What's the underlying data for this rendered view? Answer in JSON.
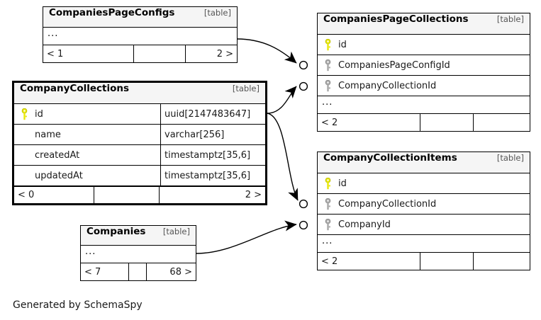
{
  "diagram": {
    "caption": "Generated by SchemaSpy",
    "table_tag": "[table]",
    "ellipsis": "...",
    "colors": {
      "primary_key": "#e8e80d",
      "foreign_key": "#a8a8a8",
      "header_background": "#f5f5f5",
      "border": "#000000",
      "text": "#1a1a1a",
      "tag_text": "#555555"
    }
  },
  "tables": [
    {
      "id": "companies-page-configs",
      "name": "CompaniesPageConfigs",
      "tag": "[table]",
      "emphasis": false,
      "columns": [],
      "has_ellipsis": true,
      "ellipsis": "...",
      "footer": [
        {
          "text": "< 1",
          "align": "left"
        },
        {
          "text": "",
          "align": "left"
        },
        {
          "text": "2 >",
          "align": "right"
        }
      ]
    },
    {
      "id": "companies-page-collections",
      "name": "CompaniesPageCollections",
      "tag": "[table]",
      "emphasis": false,
      "columns": [
        {
          "name": "id",
          "key": "primary",
          "type": ""
        },
        {
          "name": "CompaniesPageConfigId",
          "key": "foreign",
          "type": ""
        },
        {
          "name": "CompanyCollectionId",
          "key": "foreign",
          "type": ""
        }
      ],
      "has_ellipsis": true,
      "ellipsis": "...",
      "footer": [
        {
          "text": "< 2",
          "align": "left"
        },
        {
          "text": "",
          "align": "left"
        },
        {
          "text": "",
          "align": "right"
        }
      ]
    },
    {
      "id": "company-collections",
      "name": "CompanyCollections",
      "tag": "[table]",
      "emphasis": true,
      "columns": [
        {
          "name": "id",
          "key": "primary",
          "type": "uuid[2147483647]"
        },
        {
          "name": "name",
          "key": "none",
          "type": "varchar[256]"
        },
        {
          "name": "createdAt",
          "key": "none",
          "type": "timestamptz[35,6]"
        },
        {
          "name": "updatedAt",
          "key": "none",
          "type": "timestamptz[35,6]"
        }
      ],
      "has_ellipsis": false,
      "ellipsis": "",
      "footer": [
        {
          "text": "< 0",
          "align": "left"
        },
        {
          "text": "",
          "align": "left"
        },
        {
          "text": "2 >",
          "align": "right"
        }
      ]
    },
    {
      "id": "company-collection-items",
      "name": "CompanyCollectionItems",
      "tag": "[table]",
      "emphasis": false,
      "columns": [
        {
          "name": "id",
          "key": "primary",
          "type": ""
        },
        {
          "name": "CompanyCollectionId",
          "key": "foreign",
          "type": ""
        },
        {
          "name": "CompanyId",
          "key": "foreign",
          "type": ""
        }
      ],
      "has_ellipsis": true,
      "ellipsis": "...",
      "footer": [
        {
          "text": "< 2",
          "align": "left"
        },
        {
          "text": "",
          "align": "left"
        },
        {
          "text": "",
          "align": "right"
        }
      ]
    },
    {
      "id": "companies",
      "name": "Companies",
      "tag": "[table]",
      "emphasis": false,
      "columns": [],
      "has_ellipsis": true,
      "ellipsis": "...",
      "footer": [
        {
          "text": "< 7",
          "align": "left"
        },
        {
          "text": "",
          "align": "left"
        },
        {
          "text": "68 >",
          "align": "right"
        }
      ]
    }
  ],
  "relationships": [
    {
      "id": "rel-configs-to-pagecollections",
      "from": "CompaniesPageConfigs",
      "to": "CompaniesPageCollections.CompaniesPageConfigId"
    },
    {
      "id": "rel-collections-to-pagecollections",
      "from": "CompanyCollections.id",
      "to": "CompaniesPageCollections.CompanyCollectionId"
    },
    {
      "id": "rel-collections-to-items",
      "from": "CompanyCollections.id",
      "to": "CompanyCollectionItems.CompanyCollectionId"
    },
    {
      "id": "rel-companies-to-items",
      "from": "Companies",
      "to": "CompanyCollectionItems.CompanyId"
    }
  ]
}
